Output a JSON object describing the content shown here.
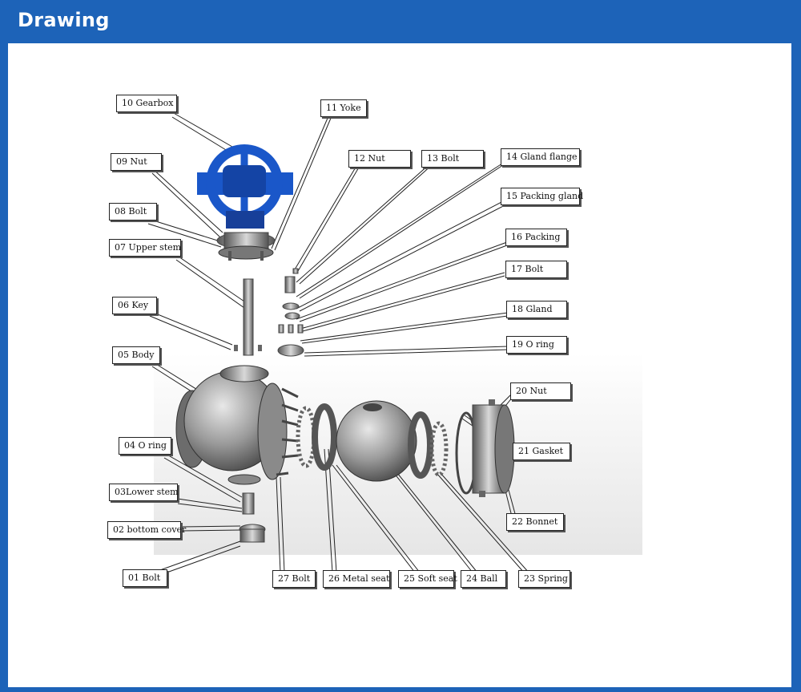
{
  "header": {
    "title": "Drawing"
  },
  "colors": {
    "header": "#1d63b8",
    "gearbox": "#1a57c9",
    "metal": "#8a8a8a"
  },
  "labels": [
    "10 Gearbox",
    "09 Nut",
    "08 Bolt",
    "07 Upper stem",
    "06 Key",
    "05 Body",
    "04 O ring",
    "03Lower stem",
    "02 bottom cover",
    "01 Bolt",
    "11 Yoke",
    "12 Nut",
    "13 Bolt",
    "14 Gland flange",
    "15 Packing gland",
    "16 Packing",
    "17 Bolt",
    "18 Gland",
    "19 O ring",
    "20 Nut",
    "21 Gasket",
    "22 Bonnet",
    "23 Spring",
    "24 Ball",
    "25 Soft seat",
    "26 Metal seat",
    "27 Bolt"
  ]
}
